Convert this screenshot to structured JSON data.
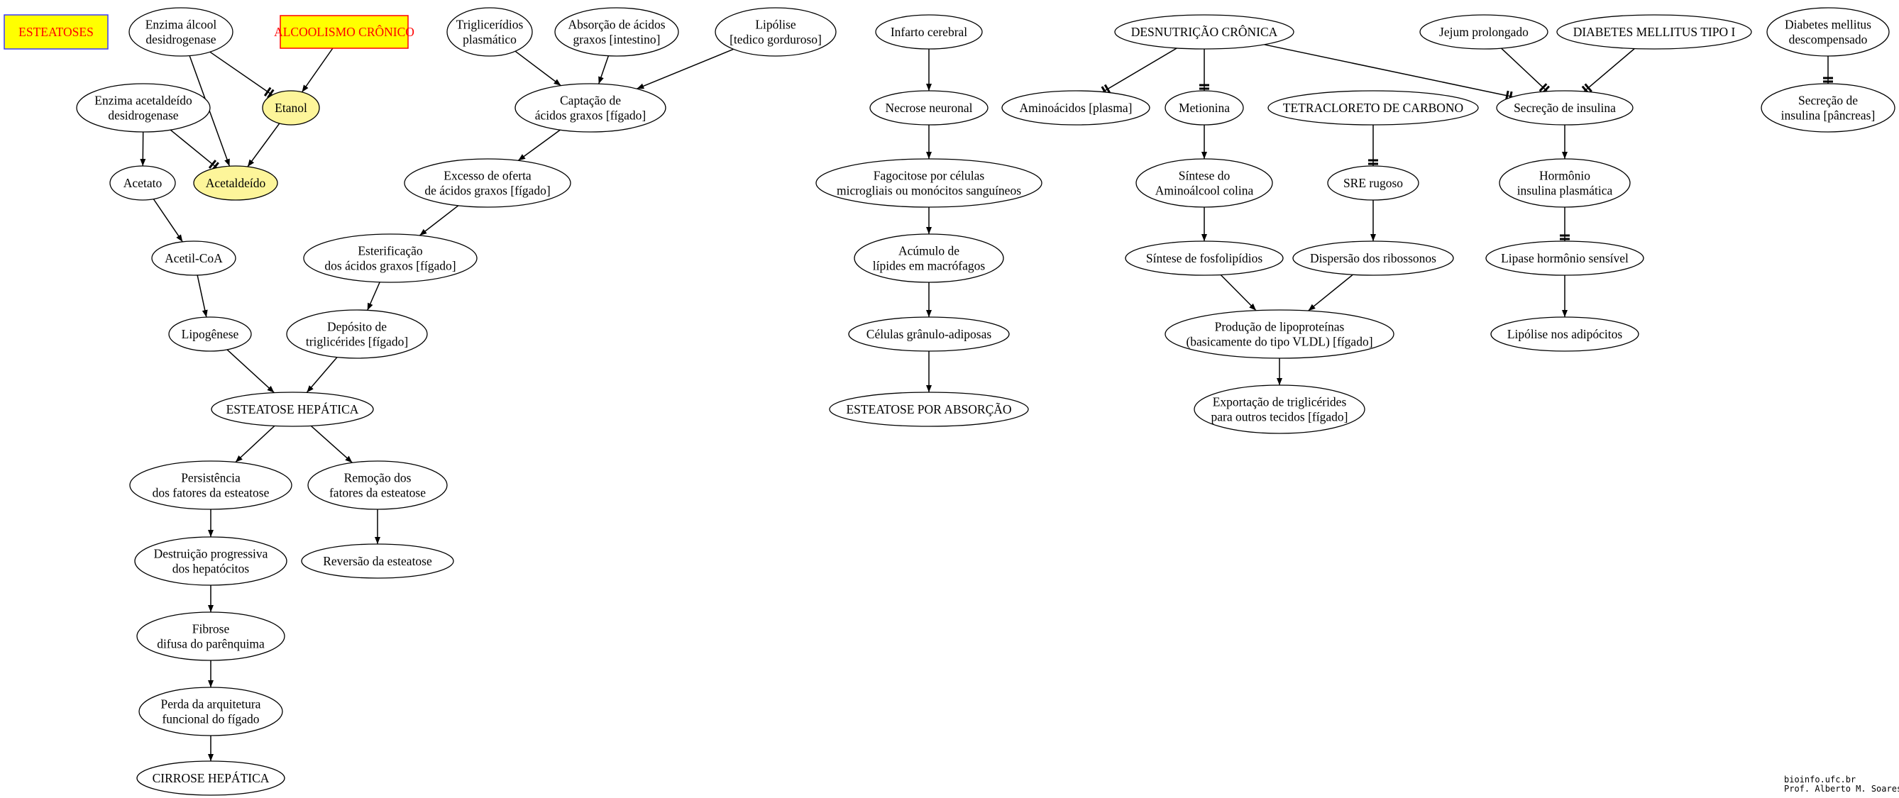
{
  "colors": {
    "box_title_fill": "#ffff00",
    "box_title_stroke": "#ff0000",
    "box_title_text": "#ff0000",
    "highlight_fill": "#fdf59a",
    "title_box_border": "#3a3aff"
  },
  "title": "ESTEATOSES",
  "nodes": [
    {
      "id": "enz_alc",
      "lines": [
        "Enzima álcool",
        "desidrogenase"
      ],
      "shape": "ellipse"
    },
    {
      "id": "alcoolismo",
      "lines": [
        "ALCOOLISMO CRÔNICO"
      ],
      "shape": "box"
    },
    {
      "id": "enz_ace",
      "lines": [
        "Enzima acetaldeído",
        "desidrogenase"
      ],
      "shape": "ellipse"
    },
    {
      "id": "etanol",
      "lines": [
        "Etanol"
      ],
      "shape": "ellipse",
      "highlight": true
    },
    {
      "id": "acetaldeido",
      "lines": [
        "Acetaldeído"
      ],
      "shape": "ellipse",
      "highlight": true
    },
    {
      "id": "acetato",
      "lines": [
        "Acetato"
      ],
      "shape": "ellipse"
    },
    {
      "id": "acetilcoa",
      "lines": [
        "Acetil-CoA"
      ],
      "shape": "ellipse"
    },
    {
      "id": "lipogenese",
      "lines": [
        "Lipogênese"
      ],
      "shape": "ellipse"
    },
    {
      "id": "trig_plasm",
      "lines": [
        "Triglicerídios",
        "plasmático"
      ],
      "shape": "ellipse"
    },
    {
      "id": "absorcao",
      "lines": [
        "Absorção de ácidos",
        "graxos [intestino]"
      ],
      "shape": "ellipse"
    },
    {
      "id": "lipolise_tec",
      "lines": [
        "Lipólise",
        "[tedico gorduroso]"
      ],
      "shape": "ellipse"
    },
    {
      "id": "captacao",
      "lines": [
        "Captação de",
        "ácidos graxos [fígado]"
      ],
      "shape": "ellipse"
    },
    {
      "id": "excesso",
      "lines": [
        "Excesso de oferta",
        "de ácidos graxos [fígado]"
      ],
      "shape": "ellipse"
    },
    {
      "id": "esterif",
      "lines": [
        "Esterificação",
        "dos ácidos graxos [fígado]"
      ],
      "shape": "ellipse"
    },
    {
      "id": "deposito",
      "lines": [
        "Depósito de",
        "triglicérides [fígado]"
      ],
      "shape": "ellipse"
    },
    {
      "id": "esteatose_hep",
      "lines": [
        "ESTEATOSE HEPÁTICA"
      ],
      "shape": "ellipse"
    },
    {
      "id": "persistencia",
      "lines": [
        "Persistência",
        "dos fatores da esteatose"
      ],
      "shape": "ellipse"
    },
    {
      "id": "remocao",
      "lines": [
        "Remoção dos",
        "fatores da esteatose"
      ],
      "shape": "ellipse"
    },
    {
      "id": "reversao",
      "lines": [
        "Reversão da esteatose"
      ],
      "shape": "ellipse"
    },
    {
      "id": "destruicao",
      "lines": [
        "Destruição progressiva",
        "dos hepatócitos"
      ],
      "shape": "ellipse"
    },
    {
      "id": "fibrose",
      "lines": [
        "Fibrose",
        "difusa do parênquima"
      ],
      "shape": "ellipse"
    },
    {
      "id": "perda",
      "lines": [
        "Perda da arquitetura",
        "funcional do fígado"
      ],
      "shape": "ellipse"
    },
    {
      "id": "cirrose",
      "lines": [
        "CIRROSE HEPÁTICA"
      ],
      "shape": "ellipse"
    },
    {
      "id": "infarto",
      "lines": [
        "Infarto cerebral"
      ],
      "shape": "ellipse"
    },
    {
      "id": "necrose",
      "lines": [
        "Necrose neuronal"
      ],
      "shape": "ellipse"
    },
    {
      "id": "fagocitose",
      "lines": [
        "Fagocitose por células",
        "microgliais ou monócitos sanguíneos"
      ],
      "shape": "ellipse"
    },
    {
      "id": "acumulo",
      "lines": [
        "Acúmulo de",
        "lípides em macrófagos"
      ],
      "shape": "ellipse"
    },
    {
      "id": "granulo",
      "lines": [
        "Células grânulo-adiposas"
      ],
      "shape": "ellipse"
    },
    {
      "id": "esteatose_abs",
      "lines": [
        "ESTEATOSE POR ABSORÇÃO"
      ],
      "shape": "ellipse"
    },
    {
      "id": "desnutricao",
      "lines": [
        "DESNUTRIÇÃO CRÔNICA"
      ],
      "shape": "ellipse"
    },
    {
      "id": "aminoacidos",
      "lines": [
        "Aminoácidos [plasma]"
      ],
      "shape": "ellipse"
    },
    {
      "id": "metionina",
      "lines": [
        "Metionina"
      ],
      "shape": "ellipse"
    },
    {
      "id": "tetracloreto",
      "lines": [
        "TETRACLORETO DE CARBONO"
      ],
      "shape": "ellipse"
    },
    {
      "id": "sintese_colina",
      "lines": [
        "Síntese do",
        "Aminoálcool colina"
      ],
      "shape": "ellipse"
    },
    {
      "id": "sre",
      "lines": [
        "SRE rugoso"
      ],
      "shape": "ellipse"
    },
    {
      "id": "sintese_fosfo",
      "lines": [
        "Síntese de fosfolipídios"
      ],
      "shape": "ellipse"
    },
    {
      "id": "dispersao",
      "lines": [
        "Dispersão dos ribossonos"
      ],
      "shape": "ellipse"
    },
    {
      "id": "producao",
      "lines": [
        "Produção de lipoproteínas",
        "(basicamente do tipo VLDL) [fígado]"
      ],
      "shape": "ellipse"
    },
    {
      "id": "exportacao",
      "lines": [
        "Exportação de triglicérides",
        "para outros tecidos [fígado]"
      ],
      "shape": "ellipse"
    },
    {
      "id": "jejum",
      "lines": [
        "Jejum prolongado"
      ],
      "shape": "ellipse"
    },
    {
      "id": "diabetes1",
      "lines": [
        "DIABETES MELLITUS TIPO I"
      ],
      "shape": "ellipse"
    },
    {
      "id": "secrecao_ins",
      "lines": [
        "Secreção de insulina"
      ],
      "shape": "ellipse"
    },
    {
      "id": "hormonio",
      "lines": [
        "Hormônio",
        "insulina plasmática"
      ],
      "shape": "ellipse"
    },
    {
      "id": "lipase",
      "lines": [
        "Lipase hormônio sensível"
      ],
      "shape": "ellipse"
    },
    {
      "id": "lipolise_adip",
      "lines": [
        "Lipólise nos adipócitos"
      ],
      "shape": "ellipse"
    },
    {
      "id": "diabetes_desc",
      "lines": [
        "Diabetes mellitus",
        "descompensado"
      ],
      "shape": "ellipse"
    },
    {
      "id": "secrecao_panc",
      "lines": [
        "Secreção de",
        "insulina [pâncreas]"
      ],
      "shape": "ellipse"
    }
  ],
  "edges": [
    {
      "from": "enz_alc",
      "to": "etanol",
      "type": "inhibit"
    },
    {
      "from": "enz_alc",
      "to": "acetaldeido",
      "type": "arrow"
    },
    {
      "from": "alcoolismo",
      "to": "etanol",
      "type": "arrow"
    },
    {
      "from": "etanol",
      "to": "acetaldeido",
      "type": "arrow"
    },
    {
      "from": "enz_ace",
      "to": "acetaldeido",
      "type": "inhibit"
    },
    {
      "from": "enz_ace",
      "to": "acetato",
      "type": "arrow"
    },
    {
      "from": "acetato",
      "to": "acetilcoa",
      "type": "arrow"
    },
    {
      "from": "acetilcoa",
      "to": "lipogenese",
      "type": "arrow"
    },
    {
      "from": "lipogenese",
      "to": "esteatose_hep",
      "type": "arrow"
    },
    {
      "from": "trig_plasm",
      "to": "captacao",
      "type": "arrow"
    },
    {
      "from": "absorcao",
      "to": "captacao",
      "type": "arrow"
    },
    {
      "from": "lipolise_tec",
      "to": "captacao",
      "type": "arrow"
    },
    {
      "from": "captacao",
      "to": "excesso",
      "type": "arrow"
    },
    {
      "from": "excesso",
      "to": "esterif",
      "type": "arrow"
    },
    {
      "from": "esterif",
      "to": "deposito",
      "type": "arrow"
    },
    {
      "from": "deposito",
      "to": "esteatose_hep",
      "type": "arrow"
    },
    {
      "from": "esteatose_hep",
      "to": "persistencia",
      "type": "arrow"
    },
    {
      "from": "esteatose_hep",
      "to": "remocao",
      "type": "arrow"
    },
    {
      "from": "remocao",
      "to": "reversao",
      "type": "arrow"
    },
    {
      "from": "persistencia",
      "to": "destruicao",
      "type": "arrow"
    },
    {
      "from": "destruicao",
      "to": "fibrose",
      "type": "arrow"
    },
    {
      "from": "fibrose",
      "to": "perda",
      "type": "arrow"
    },
    {
      "from": "perda",
      "to": "cirrose",
      "type": "arrow"
    },
    {
      "from": "infarto",
      "to": "necrose",
      "type": "arrow"
    },
    {
      "from": "necrose",
      "to": "fagocitose",
      "type": "arrow"
    },
    {
      "from": "fagocitose",
      "to": "acumulo",
      "type": "arrow"
    },
    {
      "from": "acumulo",
      "to": "granulo",
      "type": "arrow"
    },
    {
      "from": "granulo",
      "to": "esteatose_abs",
      "type": "arrow"
    },
    {
      "from": "desnutricao",
      "to": "aminoacidos",
      "type": "inhibit"
    },
    {
      "from": "desnutricao",
      "to": "metionina",
      "type": "inhibit"
    },
    {
      "from": "desnutricao",
      "to": "secrecao_ins",
      "type": "inhibit"
    },
    {
      "from": "metionina",
      "to": "sintese_colina",
      "type": "arrow"
    },
    {
      "from": "sintese_colina",
      "to": "sintese_fosfo",
      "type": "arrow"
    },
    {
      "from": "sintese_fosfo",
      "to": "producao",
      "type": "arrow"
    },
    {
      "from": "tetracloreto",
      "to": "sre",
      "type": "inhibit"
    },
    {
      "from": "sre",
      "to": "dispersao",
      "type": "arrow"
    },
    {
      "from": "dispersao",
      "to": "producao",
      "type": "arrow"
    },
    {
      "from": "producao",
      "to": "exportacao",
      "type": "arrow"
    },
    {
      "from": "jejum",
      "to": "secrecao_ins",
      "type": "inhibit"
    },
    {
      "from": "diabetes1",
      "to": "secrecao_ins",
      "type": "inhibit"
    },
    {
      "from": "secrecao_ins",
      "to": "hormonio",
      "type": "arrow"
    },
    {
      "from": "hormonio",
      "to": "lipase",
      "type": "inhibit"
    },
    {
      "from": "lipase",
      "to": "lipolise_adip",
      "type": "arrow"
    },
    {
      "from": "diabetes_desc",
      "to": "secrecao_panc",
      "type": "inhibit"
    }
  ],
  "credit": [
    "bioinfo.ufc.br",
    "Prof. Alberto M. Soares"
  ]
}
